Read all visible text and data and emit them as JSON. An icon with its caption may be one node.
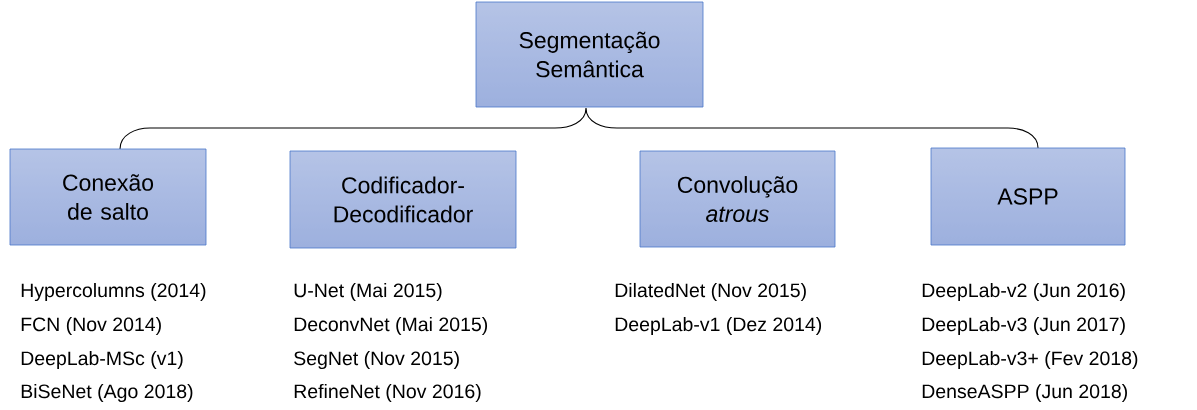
{
  "diagram": {
    "nodes": [
      {
        "text": [
          "Segmentação Semântica"
        ]
      },
      {
        "text": [
          "Conexão de salto"
        ],
        "beside": [
          "Hypercolumns (2014)",
          "FCN (Nov 2014)",
          "DeepLab-MSc (v1)",
          "BiSeNet (Ago 2018)"
        ]
      },
      {
        "text": [
          "Codificador-Decodificador"
        ],
        "beside": [
          "U-Net (Mai 2015)",
          "DeconvNet (Mai 2015)",
          "SegNet (Nov 2015)",
          "RefineNet (Nov 2016)"
        ]
      },
      {
        "text": [
          "Convolução *atrous*"
        ],
        "beside": [
          "DilatedNet (Nov 2015)",
          "DeepLab-v1 (Dez 2014)"
        ]
      },
      {
        "text": [
          "ASPP"
        ],
        "beside": [
          "DeepLab-v2 (Jun 2016)",
          "DeepLab-v3 (Jun 2017)",
          "DeepLab-v3+ (Fev 2018)",
          "DenseASPP (Jun 2018)"
        ]
      }
    ]
  }
}
